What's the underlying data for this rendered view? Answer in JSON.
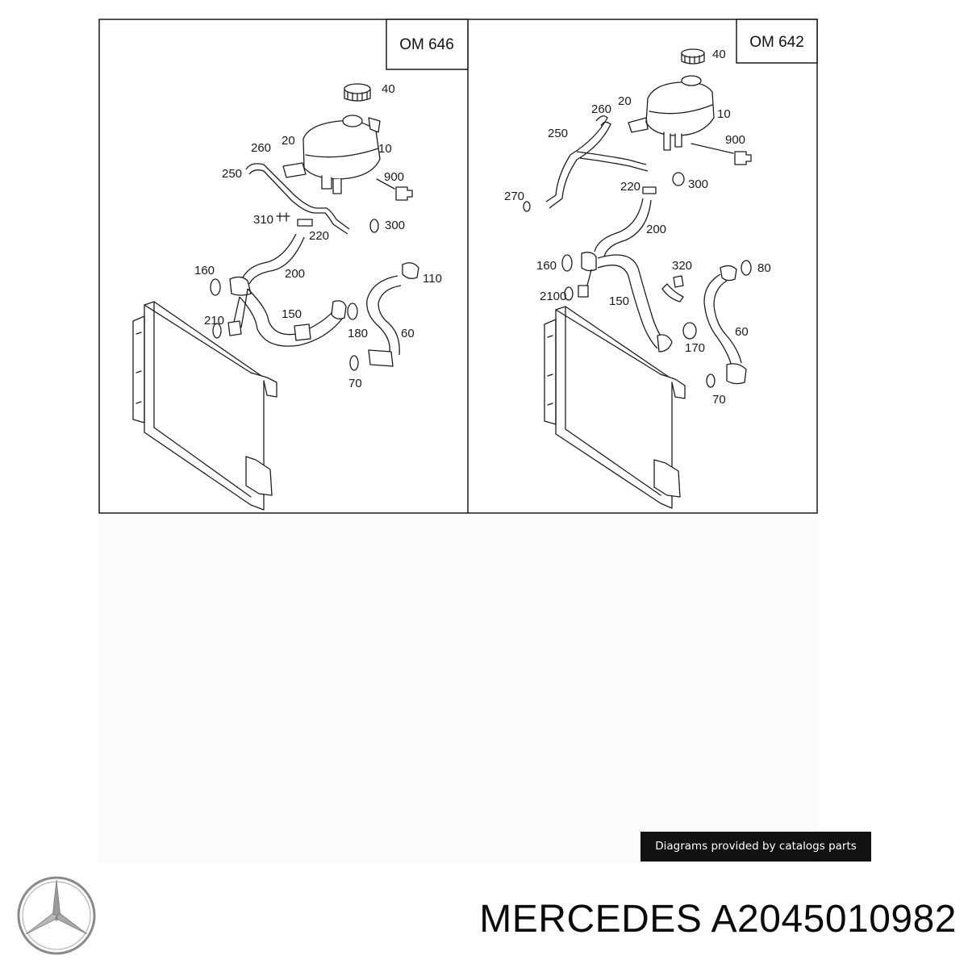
{
  "panels": [
    {
      "engine": "OM 646",
      "callouts": [
        "40",
        "20",
        "260",
        "10",
        "250",
        "900",
        "310",
        "300",
        "220",
        "160",
        "200",
        "110",
        "210",
        "150",
        "180",
        "60",
        "70"
      ]
    },
    {
      "engine": "OM 642",
      "callouts": [
        "40",
        "260",
        "20",
        "250",
        "10",
        "900",
        "270",
        "220",
        "300",
        "200",
        "160",
        "320",
        "80",
        "2100",
        "150",
        "60",
        "170",
        "70"
      ]
    }
  ],
  "credit": "Diagrams provided by catalogs parts",
  "title": {
    "brand": "MERCEDES",
    "part_number": "A2045010982"
  },
  "logo": {
    "icon": "mercedes-star-icon",
    "color": "#8a8a8a"
  }
}
